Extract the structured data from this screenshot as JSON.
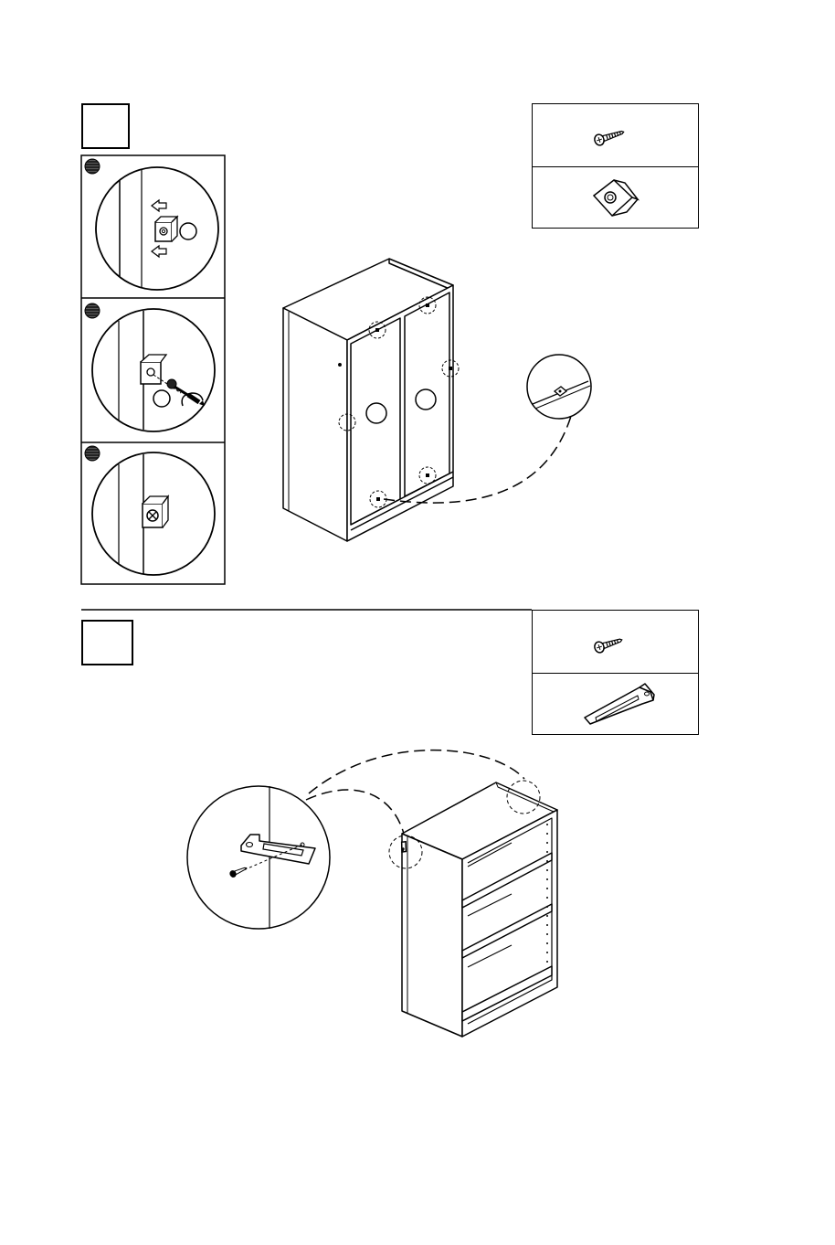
{
  "page": {
    "background": "#ffffff",
    "line_color": "#000000"
  },
  "steps": [
    {
      "number": "",
      "substeps": [
        {
          "marker": "filled-circle-marker"
        },
        {
          "marker": "filled-circle-marker"
        },
        {
          "marker": "filled-circle-marker"
        }
      ],
      "hardware": [
        {
          "icon": "screw-icon",
          "qty": ""
        },
        {
          "icon": "cam-fitting-icon",
          "qty": ""
        }
      ]
    },
    {
      "number": "",
      "hardware": [
        {
          "icon": "screw-icon",
          "qty": ""
        },
        {
          "icon": "l-bracket-icon",
          "qty": ""
        }
      ]
    }
  ]
}
